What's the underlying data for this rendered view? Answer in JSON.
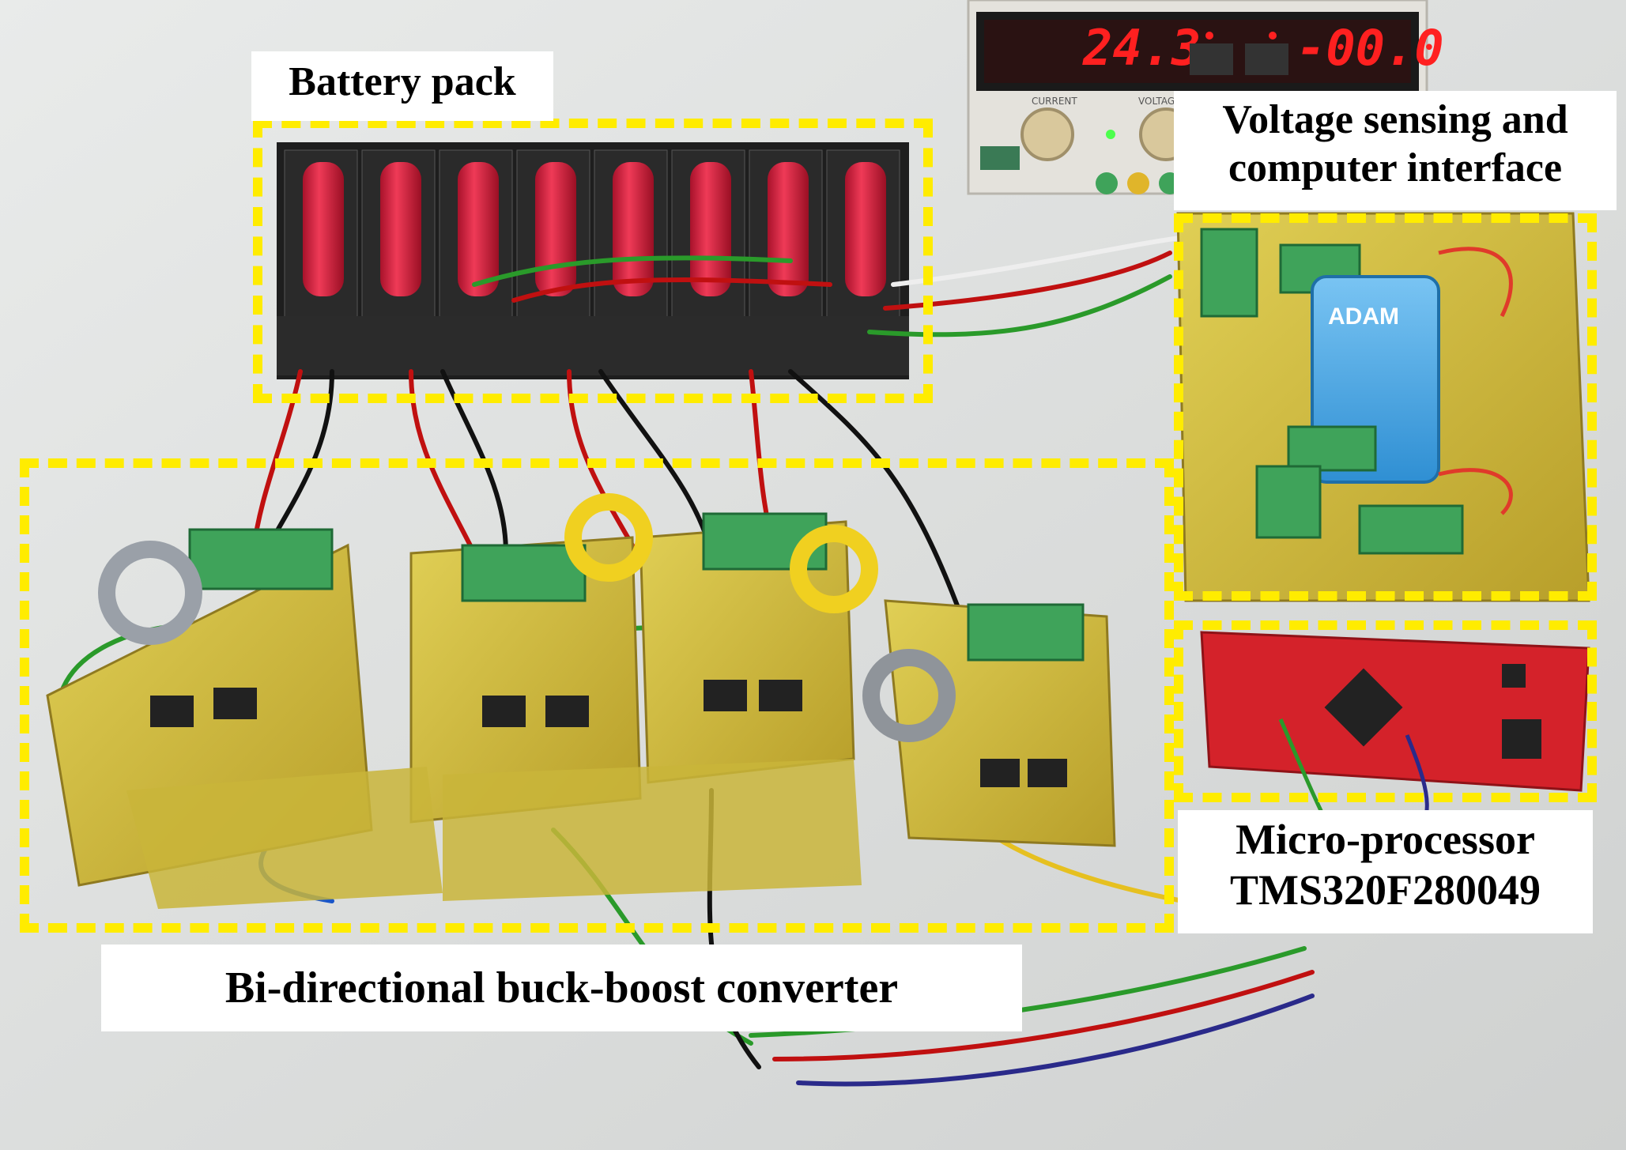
{
  "labels": {
    "battery_pack": "Battery pack",
    "voltage_sensing_line1": "Voltage sensing and",
    "voltage_sensing_line2": "computer interface",
    "converter": "Bi-directional buck-boost converter",
    "micro_line1": "Micro-processor",
    "micro_line2": "TMS320F280049"
  },
  "power_supply": {
    "voltage_reading": "24.3",
    "current_reading": "-00.0",
    "left_knob_label": "CURRENT",
    "right_knob_label": "VOLTAGE"
  },
  "module_badge": "ADAM",
  "colors": {
    "highlight_dash": "#ffec00",
    "background_bench": "#dcdedd",
    "pcb": "#c9b53a",
    "battery": "#d8213f",
    "terminal_block": "#3fa35a",
    "adam_module": "#47a7e6",
    "mcu_board": "#d4222a",
    "led_display": "#ff2020"
  }
}
